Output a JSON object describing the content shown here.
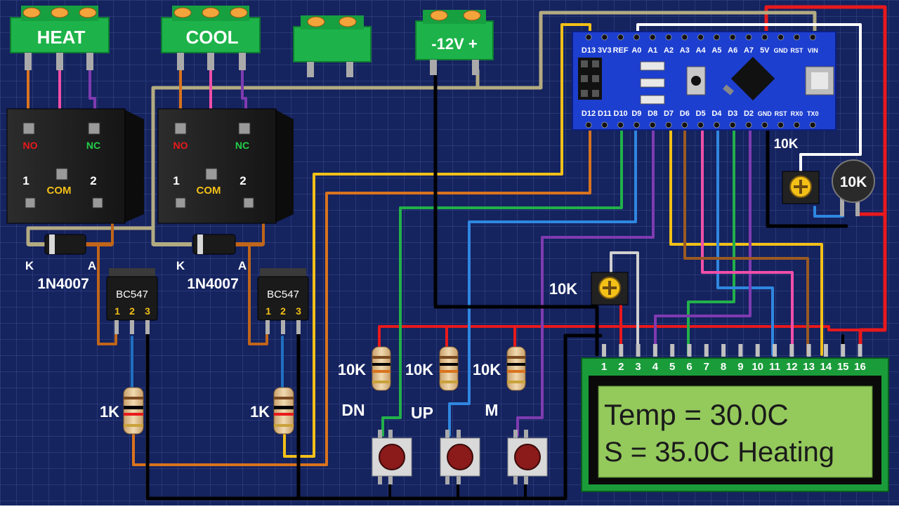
{
  "terminals": {
    "heat": "HEAT",
    "cool": "COOL",
    "power": "-12V +"
  },
  "relays": [
    {
      "no": "NO",
      "nc": "NC",
      "com": "COM",
      "pin1": "1",
      "pin2": "2"
    },
    {
      "no": "NO",
      "nc": "NC",
      "com": "COM",
      "pin1": "1",
      "pin2": "2"
    }
  ],
  "diodes": [
    {
      "k": "K",
      "a": "A",
      "part": "1N4007"
    },
    {
      "k": "K",
      "a": "A",
      "part": "1N4007"
    }
  ],
  "transistors": [
    {
      "part": "BC547",
      "p1": "1",
      "p2": "2",
      "p3": "3"
    },
    {
      "part": "BC547",
      "p1": "1",
      "p2": "2",
      "p3": "3"
    }
  ],
  "resistors": {
    "base1": "1K",
    "base2": "1K",
    "dn": "10K",
    "up": "10K",
    "m": "10K",
    "contrast": "10K",
    "thermistor_trim": "10K",
    "ntc": "10K"
  },
  "buttons": {
    "dn": "DN",
    "up": "UP",
    "m": "M"
  },
  "arduino": {
    "top_pins": [
      "D13",
      "3V3",
      "REF",
      "A0",
      "A1",
      "A2",
      "A3",
      "A4",
      "A5",
      "A6",
      "A7",
      "5V",
      "GND",
      "RST",
      "VIN"
    ],
    "bottom_pins": [
      "D12",
      "D11",
      "D10",
      "D9",
      "D8",
      "D7",
      "D6",
      "D5",
      "D4",
      "D3",
      "D2",
      "GND",
      "RST",
      "RX0",
      "TX0"
    ]
  },
  "lcd": {
    "pins": [
      "1",
      "2",
      "3",
      "4",
      "5",
      "6",
      "7",
      "8",
      "9",
      "10",
      "11",
      "12",
      "13",
      "14",
      "15",
      "16"
    ],
    "line1": "Temp = 30.0C",
    "line2": "S = 35.0C Heating"
  },
  "colors": {
    "background": "#15235f",
    "grid": "#3c4d8c",
    "terminal_green": "#1db34a",
    "arduino_blue": "#1d3fd0",
    "lcd_screen": "#94c95c",
    "wire_red": "#e8191c",
    "wire_yellow": "#f3c018",
    "wire_orange": "#d9731e",
    "wire_tan": "#b3ab82",
    "wire_green": "#22b04a",
    "wire_blue": "#2f87e0",
    "wire_purple": "#7f3bb0",
    "wire_pink": "#f04fa8",
    "wire_brown": "#9a5a22",
    "wire_white": "#ffffff",
    "wire_black": "#000000"
  }
}
